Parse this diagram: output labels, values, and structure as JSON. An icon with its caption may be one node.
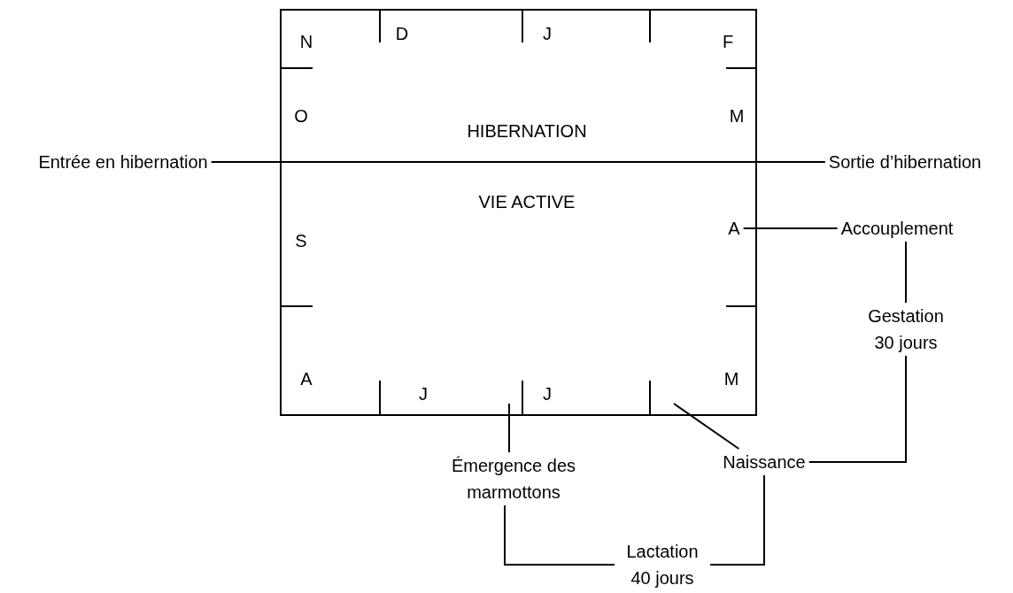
{
  "diagram": {
    "nodes": [
      {
        "text": [],
        "shape": "box"
      },
      {
        "text": [
          "Entrée en hibernation"
        ]
      },
      {
        "text": [
          "Sortie d’hibernation"
        ]
      },
      {
        "text": [
          "A"
        ],
        "in": 0
      },
      {
        "text": [
          "Accouplement"
        ]
      },
      {
        "text": [
          "Gestation 30 jours"
        ]
      },
      {
        "text": [
          "Émergence des marmottons"
        ]
      },
      {
        "text": [
          "Naissance"
        ]
      },
      {
        "text": [
          "Lactation 40 jours"
        ]
      }
    ],
    "edges": [
      {
        "from": 1,
        "to": 0,
        "arrow": "none"
      },
      {
        "from": 2,
        "to": 0,
        "arrow": "none"
      },
      {
        "from": 3,
        "to": 4,
        "arrow": "none"
      },
      {
        "from": 4,
        "to": 5,
        "arrow": "none"
      },
      {
        "from": 5,
        "to": 7,
        "arrow": "none"
      },
      {
        "from": 6,
        "to": null,
        "arrow": "none"
      },
      {
        "from": 7,
        "to": null,
        "arrow": "none"
      },
      {
        "from": 6,
        "to": 8,
        "arrow": "none"
      },
      {
        "from": 8,
        "to": 7,
        "arrow": "none"
      }
    ],
    "labels": [
      "N",
      "D",
      "J",
      "F",
      "O",
      "M",
      "HIBERNATION",
      "VIE ACTIVE",
      "S",
      "A",
      "M",
      "J",
      "J"
    ]
  }
}
